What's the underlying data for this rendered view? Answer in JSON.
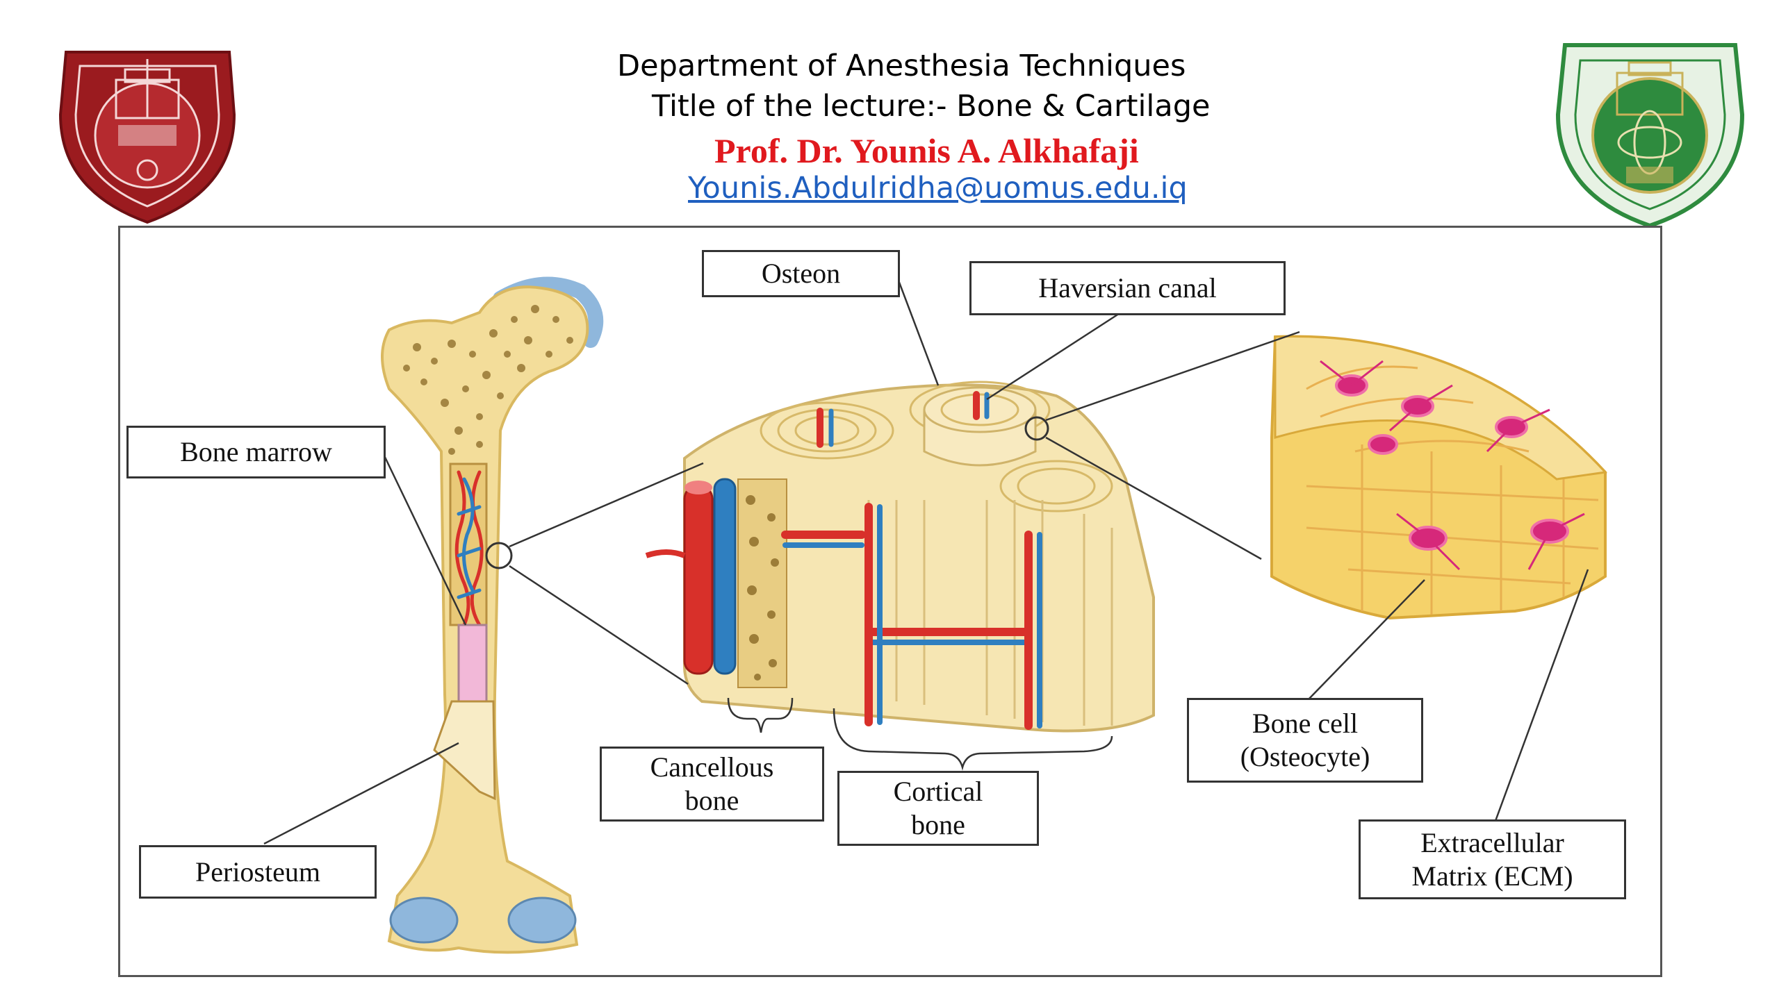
{
  "header": {
    "department": "Department of Anesthesia Techniques",
    "lecture_title": "Title of the lecture:- Bone  & Cartilage",
    "professor": "Prof. Dr. Younis A. Alkhafaji",
    "email": "Younis.Abdulridha@uomus.edu.iq"
  },
  "logos": {
    "left": {
      "icon": "al-mustaqbal-college-seal-icon",
      "color": "#9b1b1f"
    },
    "right": {
      "icon": "al-mustaqbal-university-seal-icon",
      "color": "#2e8b3e"
    }
  },
  "diagram": {
    "labels": {
      "osteon": "Osteon",
      "haversian_canal": "Haversian canal",
      "bone_marrow": "Bone marrow",
      "periosteum": "Periosteum",
      "cancellous_bone_line1": "Cancellous",
      "cancellous_bone_line2": "bone",
      "cortical_bone_line1": "Cortical",
      "cortical_bone_line2": "bone",
      "bone_cell_line1": "Bone cell",
      "bone_cell_line2": "(Osteocyte)",
      "ecm_line1": "Extracellular",
      "ecm_line2": "Matrix (ECM)"
    },
    "colors": {
      "bone": "#f3dd9a",
      "bone_dark": "#d9b860",
      "artery": "#d8302a",
      "vein": "#2f7fc0",
      "marrow_pink": "#f2b8d8",
      "osteocyte": "#d6287a",
      "cartilage": "#8fb7dc"
    }
  }
}
